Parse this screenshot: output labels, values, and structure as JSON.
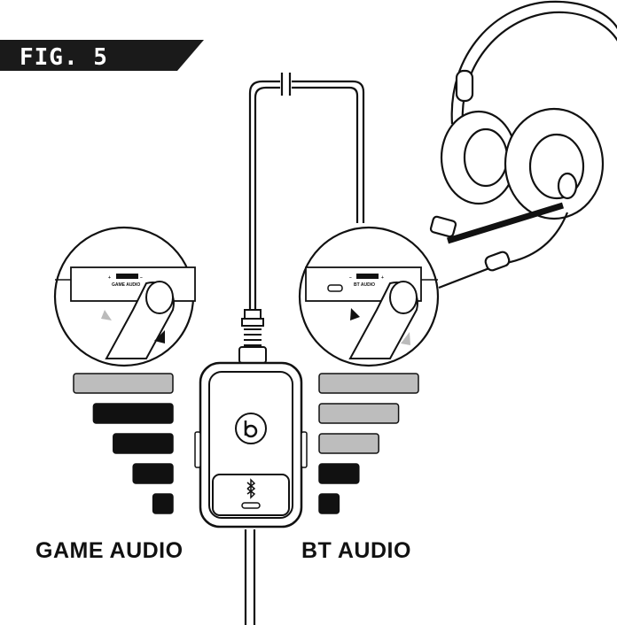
{
  "figure": {
    "label": "FIG. 5"
  },
  "callouts": {
    "left": {
      "dial_label": "GAME AUDIO",
      "plus": "+",
      "minus": "−"
    },
    "right": {
      "dial_label": "BT AUDIO",
      "plus": "+",
      "minus": "−"
    }
  },
  "labels": {
    "left": "GAME AUDIO",
    "right": "BT AUDIO"
  },
  "level_bars": {
    "left": [
      {
        "level": 1.0,
        "fill": "#bdbdbd"
      },
      {
        "level": 0.8,
        "fill": "#111111"
      },
      {
        "level": 0.6,
        "fill": "#111111"
      },
      {
        "level": 0.4,
        "fill": "#111111"
      },
      {
        "level": 0.2,
        "fill": "#111111"
      }
    ],
    "right": [
      {
        "level": 1.0,
        "fill": "#bdbdbd"
      },
      {
        "level": 0.8,
        "fill": "#bdbdbd"
      },
      {
        "level": 0.6,
        "fill": "#bdbdbd"
      },
      {
        "level": 0.4,
        "fill": "#111111"
      },
      {
        "level": 0.2,
        "fill": "#111111"
      }
    ]
  },
  "icons": {
    "logo": "brand-logo-icon",
    "bluetooth": "bluetooth-icon"
  }
}
